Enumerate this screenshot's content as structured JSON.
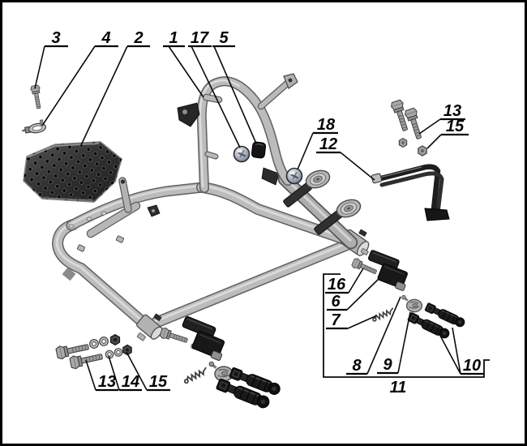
{
  "figure": {
    "kind": "exploded-parts-diagram",
    "subject": "frame and footrest assembly",
    "background_color": "#ffffff",
    "border_color": "#000000",
    "tube_fill_color": "#bcbcbc",
    "tube_outline_color": "#606060",
    "dark_part_color": "#1c1c1c",
    "metal_cap_color": "#9aa0ad",
    "label_color": "#050505"
  },
  "callouts": {
    "c3": "3",
    "c4": "4",
    "c2": "2",
    "c1": "1",
    "c17": "17",
    "c5": "5",
    "c18": "18",
    "c12": "12",
    "c13_top": "13",
    "c15_top": "15",
    "c16": "16",
    "c6": "6",
    "c7": "7",
    "c8": "8",
    "c9": "9",
    "c10": "10",
    "c11": "11",
    "c13_bottom": "13",
    "c14": "14",
    "c15_bottom": "15"
  }
}
